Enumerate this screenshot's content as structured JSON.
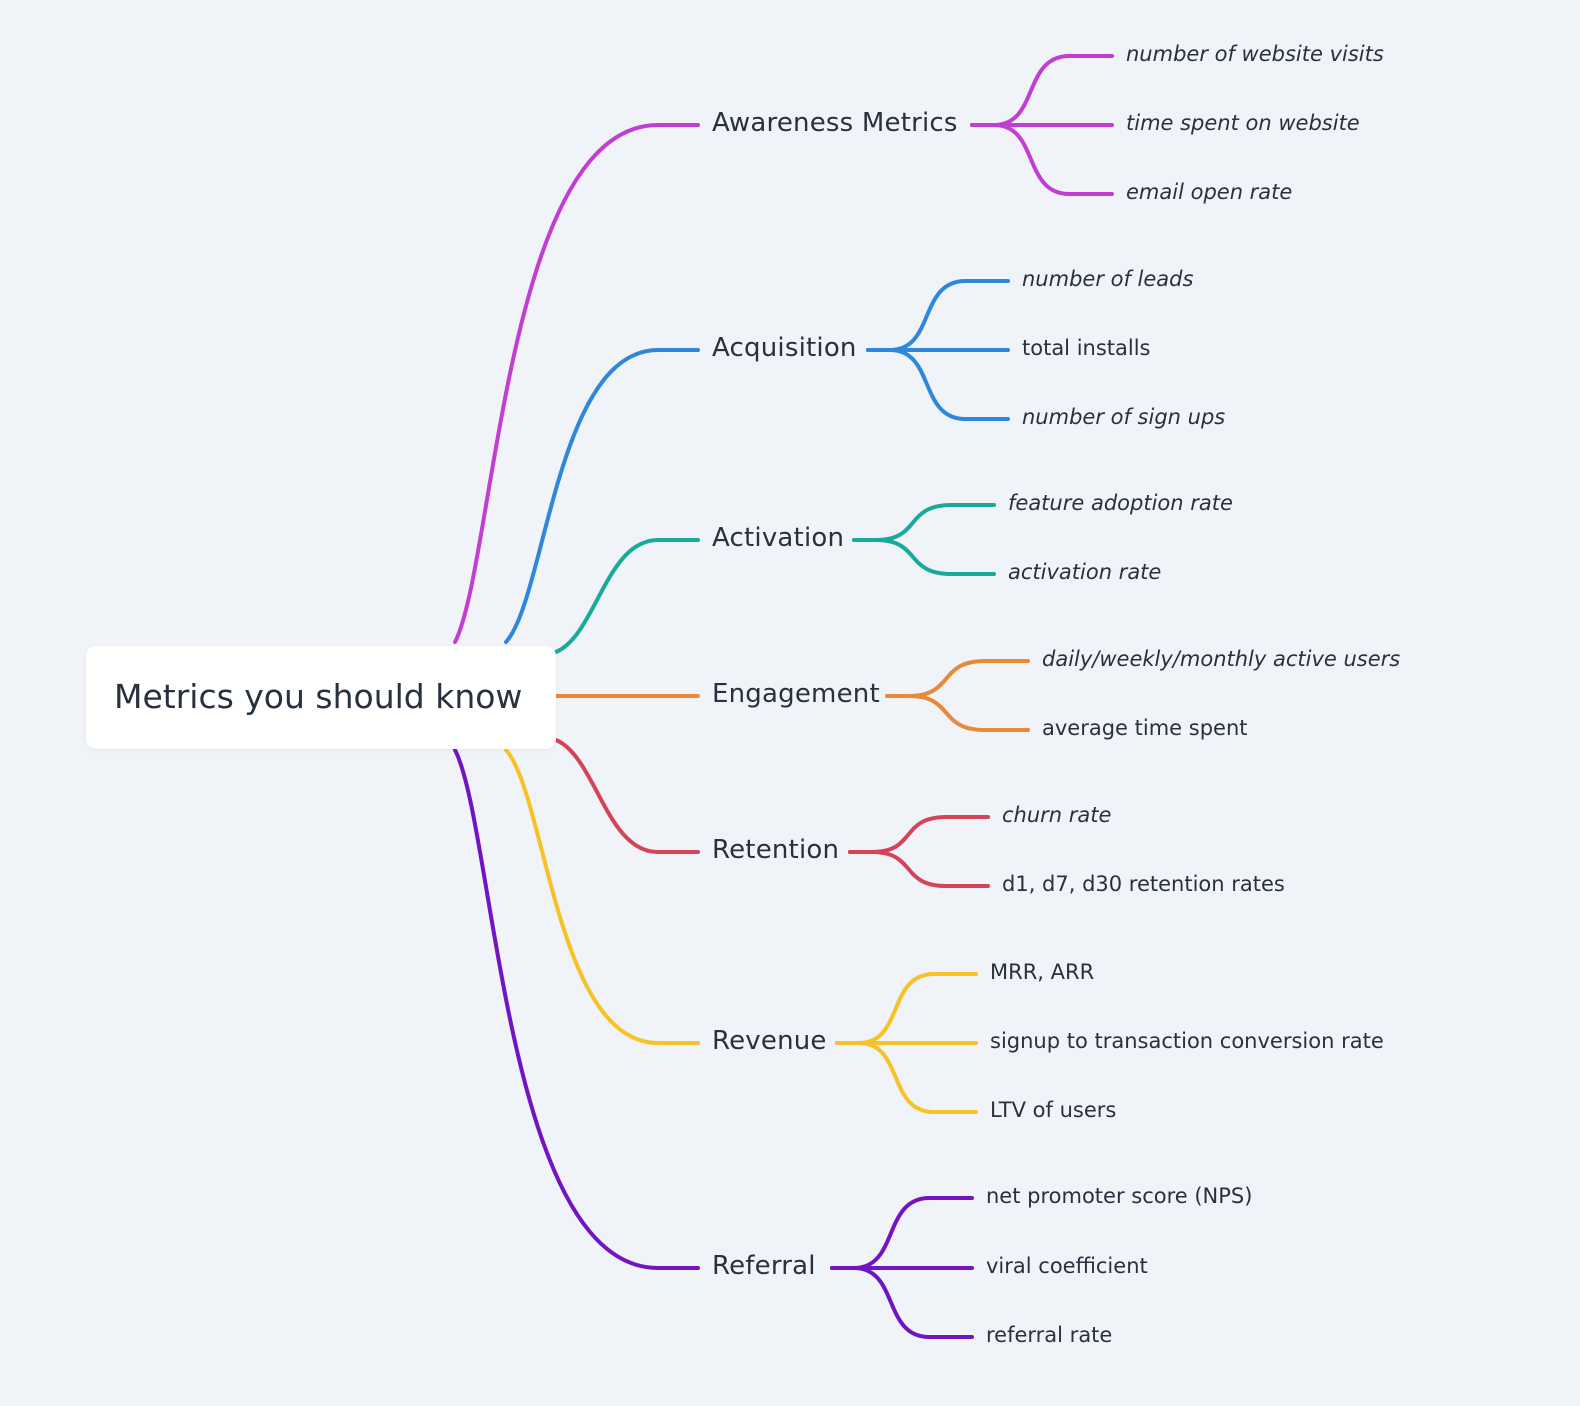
{
  "root": {
    "label": "Metrics you should know"
  },
  "branches": [
    {
      "label": "Awareness Metrics",
      "color": "#c13ed3",
      "children": [
        {
          "label": "number of website visits",
          "italic": true
        },
        {
          "label": "time spent on website",
          "italic": true
        },
        {
          "label": "email open rate",
          "italic": true
        }
      ]
    },
    {
      "label": "Acquisition",
      "color": "#2e87da",
      "children": [
        {
          "label": "number of leads",
          "italic": true
        },
        {
          "label": "total installs",
          "italic": false
        },
        {
          "label": "number of sign ups",
          "italic": true
        }
      ]
    },
    {
      "label": "Activation",
      "color": "#1aaa9b",
      "children": [
        {
          "label": "feature adoption rate",
          "italic": true
        },
        {
          "label": "activation rate",
          "italic": true
        }
      ]
    },
    {
      "label": "Engagement",
      "color": "#e88838",
      "children": [
        {
          "label": "daily/weekly/monthly active users",
          "italic": true
        },
        {
          "label": "average time spent",
          "italic": false
        }
      ]
    },
    {
      "label": "Retention",
      "color": "#d44457",
      "children": [
        {
          "label": "churn rate",
          "italic": true
        },
        {
          "label": "d1, d7, d30 retention rates",
          "italic": false
        }
      ]
    },
    {
      "label": "Revenue",
      "color": "#f6c228",
      "children": [
        {
          "label": "MRR, ARR",
          "italic": false
        },
        {
          "label": "signup to transaction conversion rate",
          "italic": false
        },
        {
          "label": "LTV of users",
          "italic": false
        }
      ]
    },
    {
      "label": "Referral",
      "color": "#7314c2",
      "children": [
        {
          "label": "net promoter score (NPS)",
          "italic": false
        },
        {
          "label": "viral coefficient",
          "italic": false
        },
        {
          "label": "referral rate",
          "italic": false
        }
      ]
    }
  ]
}
